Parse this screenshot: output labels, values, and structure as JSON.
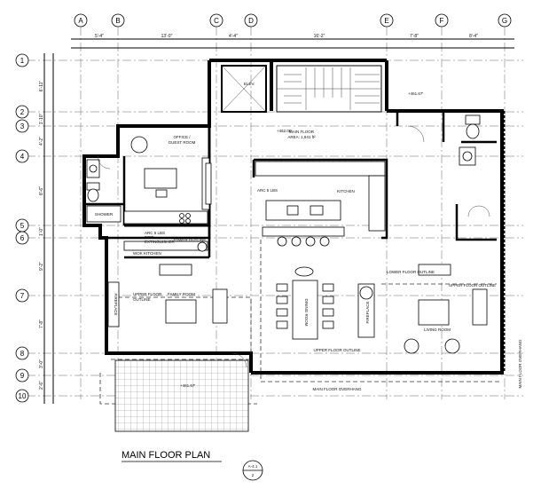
{
  "title": "MAIN FLOOR PLAN",
  "sheet": {
    "number": "A-4.1",
    "detail": "2"
  },
  "gridlines": {
    "columns": [
      "A",
      "B",
      "C",
      "D",
      "E",
      "F",
      "G"
    ],
    "rows": [
      "1",
      "2",
      "3",
      "4",
      "5",
      "6",
      "7",
      "8",
      "9",
      "10"
    ]
  },
  "top_dimensions": [
    "5'-4\"",
    "13'-0\"",
    "4'-4\"",
    "16'-2\"",
    "7'-8\"",
    "8'-4\""
  ],
  "left_dimensions": [
    "6'-11\"",
    "1'-10\"",
    "4'-2\"",
    "8'-6\"",
    "1'-0\"",
    "9'-2\"",
    "7'-8\"",
    "3'-0\"",
    "2'-6\""
  ],
  "rooms": {
    "elev": "ELEV.",
    "main_floor_area": "MAIN FLOOR",
    "main_floor_area_value": "AREA: 1,941 ft²",
    "office": "OFFICE /",
    "guest_room": "GUEST ROOM",
    "shower": "SHOWER",
    "kitchen": "KITCHEN",
    "wok_kitchen": "WOK KITCHEN",
    "family_room": "FAMILY ROOM",
    "dining_room": "DINING ROOM",
    "living_room": "LIVING ROOM",
    "fireplace": "FIREPLACE",
    "upper_floor_outline": "UPPER FLOOR OUTLINE",
    "lower_floor_outline": "LOWER FLOOR OUTLINE",
    "main_floor_overhang": "MAIN FLOOR OVERHANG",
    "main_floor_overhang_side": "MAIN FLOOR OVERHANG",
    "arc_5lbs": "ARC 5 LBS",
    "arc_5lbs_2": "ARC 5 LBS",
    "fire": "FIRE",
    "extinguisher": "EXTINGUISHER",
    "tower_outline": "TOWER OUTLINE",
    "upper_floor_label": "UPPER FLOOR",
    "upper_floor_outline_2": "OUTLINE",
    "outline_label": "OUTLINE",
    "upper_floor_outline_3": "UPPER FLOOR OUTLINE"
  },
  "elevations": {
    "top": "+461.67'",
    "mid": "+462.00'",
    "deck": "+461.67'"
  }
}
